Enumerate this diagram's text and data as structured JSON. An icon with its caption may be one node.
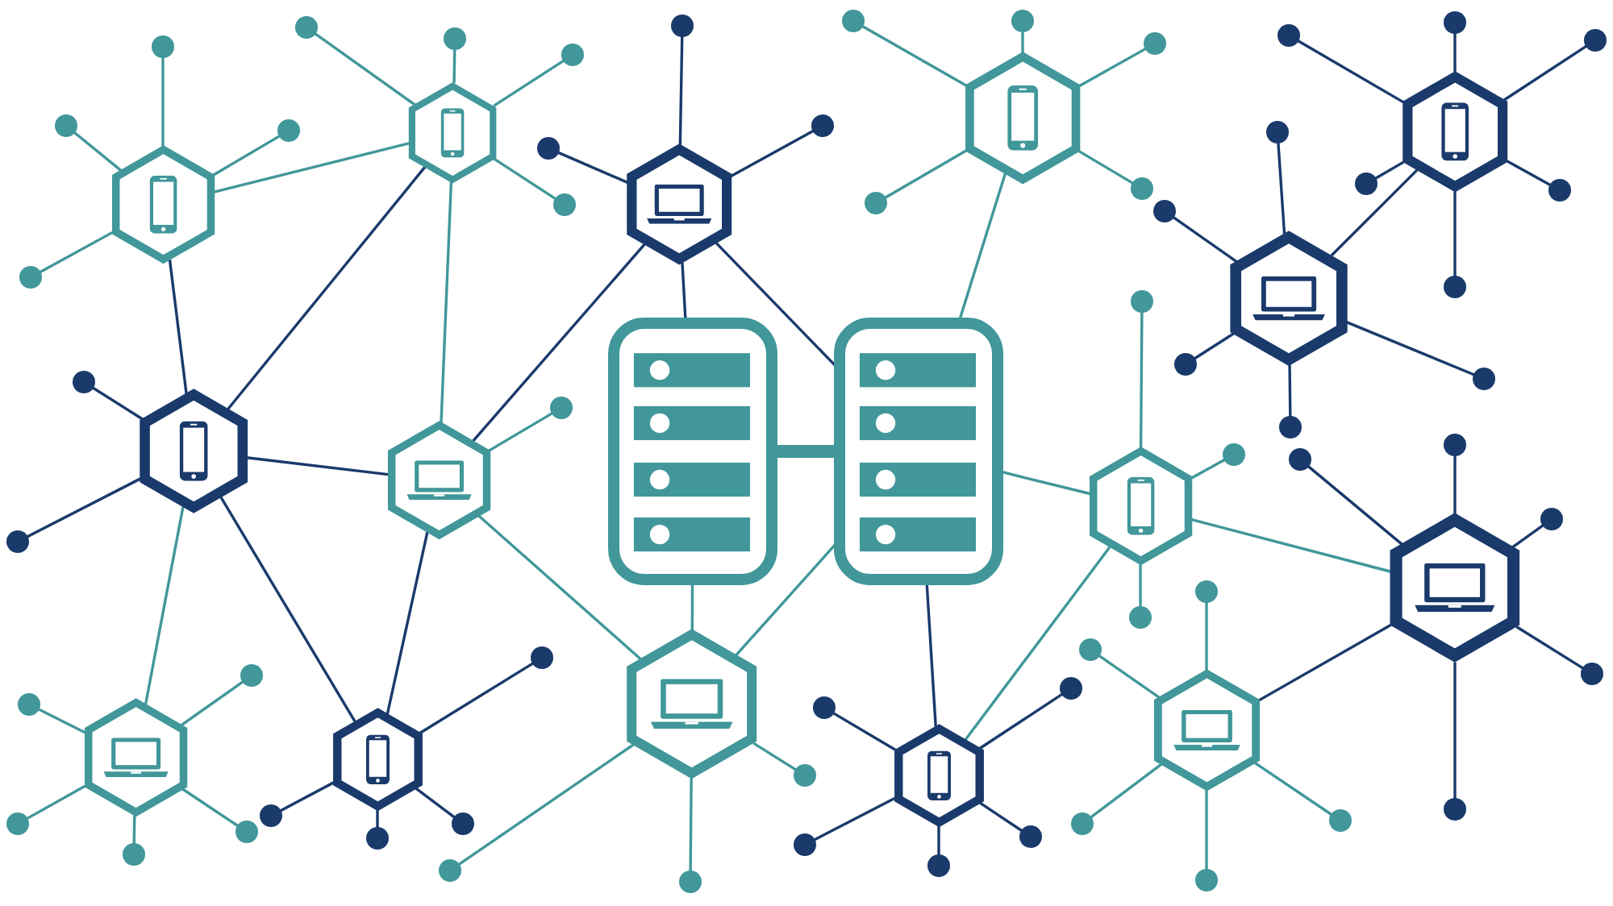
{
  "diagram": {
    "nodes": [
      {
        "text": [],
        "shape": "circle"
      },
      {
        "text": [],
        "shape": "circle"
      },
      {
        "text": [],
        "shape": "circle"
      },
      {
        "text": [],
        "shape": "hexagon"
      },
      {
        "text": [],
        "shape": "circle"
      },
      {
        "text": [],
        "shape": "circle"
      },
      {
        "text": [],
        "shape": "hexagon"
      },
      {
        "text": [],
        "shape": "circle"
      },
      {
        "text": [],
        "shape": "circle"
      },
      {
        "text": [],
        "shape": "circle"
      },
      {
        "text": [],
        "shape": "circle"
      },
      {
        "text": [],
        "shape": "hexagon"
      },
      {
        "text": [],
        "shape": "circle"
      },
      {
        "text": [],
        "shape": "circle"
      },
      {
        "text": [],
        "shape": "circle"
      },
      {
        "text": [],
        "shape": "circle"
      },
      {
        "text": [],
        "shape": "hexagon"
      },
      {
        "text": [],
        "shape": "circle"
      },
      {
        "text": [],
        "shape": "circle"
      },
      {
        "text": [],
        "shape": "circle"
      },
      {
        "text": [],
        "shape": "circle"
      },
      {
        "text": [],
        "shape": "circle"
      },
      {
        "text": [],
        "shape": "circle"
      },
      {
        "text": [],
        "shape": "circle"
      },
      {
        "text": [],
        "shape": "hexagon"
      },
      {
        "text": [],
        "shape": "circle"
      },
      {
        "text": [],
        "shape": "hexagon"
      },
      {
        "text": [],
        "shape": "circle"
      },
      {
        "text": [],
        "shape": "circle"
      },
      {
        "text": [],
        "shape": "circle"
      },
      {
        "text": [],
        "shape": "circle"
      },
      {
        "text": [],
        "shape": "circle"
      },
      {
        "text": [],
        "shape": "circle"
      },
      {
        "text": [],
        "shape": "hexagon"
      },
      {
        "text": [],
        "shape": "hexagon"
      },
      {
        "text": [],
        "shape": "circle"
      },
      {
        "text": [],
        "shape": "server"
      },
      {
        "text": [],
        "shape": "server"
      },
      {
        "text": [],
        "shape": "hexagon"
      },
      {
        "text": [],
        "shape": "circle"
      },
      {
        "text": [],
        "shape": "circle"
      },
      {
        "text": [],
        "shape": "circle"
      },
      {
        "text": [],
        "shape": "circle"
      },
      {
        "text": [],
        "shape": "circle"
      },
      {
        "text": [],
        "shape": "circle"
      },
      {
        "text": [],
        "shape": "hexagon"
      },
      {
        "text": [],
        "shape": "circle"
      },
      {
        "text": [],
        "shape": "circle"
      },
      {
        "text": [],
        "shape": "circle"
      },
      {
        "text": [],
        "shape": "circle"
      },
      {
        "text": [],
        "shape": "circle"
      },
      {
        "text": [],
        "shape": "circle"
      },
      {
        "text": [],
        "shape": "hexagon"
      },
      {
        "text": [],
        "shape": "circle"
      },
      {
        "text": [],
        "shape": "circle"
      },
      {
        "text": [],
        "shape": "circle"
      },
      {
        "text": [],
        "shape": "hexagon"
      },
      {
        "text": [],
        "shape": "circle"
      },
      {
        "text": [],
        "shape": "circle"
      },
      {
        "text": [],
        "shape": "circle"
      },
      {
        "text": [],
        "shape": "circle"
      },
      {
        "text": [],
        "shape": "circle"
      },
      {
        "text": [],
        "shape": "hexagon"
      },
      {
        "text": [],
        "shape": "circle"
      },
      {
        "text": [],
        "shape": "circle"
      },
      {
        "text": [],
        "shape": "circle"
      },
      {
        "text": [],
        "shape": "hexagon"
      },
      {
        "text": [],
        "shape": "circle"
      },
      {
        "text": [],
        "shape": "circle"
      },
      {
        "text": [],
        "shape": "circle"
      },
      {
        "text": [],
        "shape": "circle"
      },
      {
        "text": [],
        "shape": "circle"
      },
      {
        "text": [],
        "shape": "hexagon"
      },
      {
        "text": [],
        "shape": "circle"
      },
      {
        "text": [],
        "shape": "circle"
      },
      {
        "text": [],
        "shape": "circle"
      },
      {
        "text": [],
        "shape": "circle"
      }
    ],
    "edges": [
      {
        "from": 3,
        "to": 2,
        "arrow": "none"
      },
      {
        "from": 3,
        "to": 1,
        "arrow": "none"
      },
      {
        "from": 3,
        "to": 4,
        "arrow": "none"
      },
      {
        "from": 3,
        "to": 0,
        "arrow": "none"
      },
      {
        "from": 3,
        "to": 6,
        "arrow": "none"
      },
      {
        "from": 3,
        "to": 33,
        "arrow": "none",
        "color": "#1a3a6b"
      },
      {
        "from": 6,
        "to": 5,
        "arrow": "none"
      },
      {
        "from": 6,
        "to": 7,
        "arrow": "none"
      },
      {
        "from": 6,
        "to": 10,
        "arrow": "none"
      },
      {
        "from": 6,
        "to": 9,
        "arrow": "none"
      },
      {
        "from": 6,
        "to": 33,
        "arrow": "none",
        "color": "#1a3a6b"
      },
      {
        "from": 6,
        "to": 34,
        "arrow": "none"
      },
      {
        "from": 11,
        "to": 12,
        "arrow": "none",
        "color": "#1a3a6b"
      },
      {
        "from": 11,
        "to": 8,
        "arrow": "none",
        "color": "#1a3a6b"
      },
      {
        "from": 11,
        "to": 13,
        "arrow": "none",
        "color": "#1a3a6b"
      },
      {
        "from": 11,
        "to": 36,
        "arrow": "none",
        "color": "#1a3a6b"
      },
      {
        "from": 11,
        "to": 37,
        "arrow": "none",
        "color": "#1a3a6b"
      },
      {
        "from": 11,
        "to": 34,
        "arrow": "none",
        "color": "#1a3a6b"
      },
      {
        "from": 16,
        "to": 14,
        "arrow": "none"
      },
      {
        "from": 16,
        "to": 17,
        "arrow": "none"
      },
      {
        "from": 16,
        "to": 15,
        "arrow": "none"
      },
      {
        "from": 16,
        "to": 20,
        "arrow": "none"
      },
      {
        "from": 16,
        "to": 18,
        "arrow": "none"
      },
      {
        "from": 16,
        "to": 37,
        "arrow": "none"
      },
      {
        "from": 26,
        "to": 23,
        "arrow": "none",
        "color": "#1a3a6b"
      },
      {
        "from": 26,
        "to": 27,
        "arrow": "none",
        "color": "#1a3a6b"
      },
      {
        "from": 26,
        "to": 30,
        "arrow": "none",
        "color": "#1a3a6b"
      },
      {
        "from": 26,
        "to": 25,
        "arrow": "none",
        "color": "#1a3a6b"
      },
      {
        "from": 26,
        "to": 29,
        "arrow": "none",
        "color": "#1a3a6b"
      },
      {
        "from": 26,
        "to": 28,
        "arrow": "none",
        "color": "#1a3a6b"
      },
      {
        "from": 26,
        "to": 24,
        "arrow": "none",
        "color": "#1a3a6b"
      },
      {
        "from": 24,
        "to": 22,
        "arrow": "none",
        "color": "#1a3a6b"
      },
      {
        "from": 24,
        "to": 21,
        "arrow": "none",
        "color": "#1a3a6b"
      },
      {
        "from": 24,
        "to": 40,
        "arrow": "none",
        "color": "#1a3a6b"
      },
      {
        "from": 24,
        "to": 43,
        "arrow": "none",
        "color": "#1a3a6b"
      },
      {
        "from": 24,
        "to": 47,
        "arrow": "none",
        "color": "#1a3a6b"
      },
      {
        "from": 33,
        "to": 32,
        "arrow": "none",
        "color": "#1a3a6b"
      },
      {
        "from": 33,
        "to": 31,
        "arrow": "none",
        "color": "#1a3a6b"
      },
      {
        "from": 33,
        "to": 34,
        "arrow": "none",
        "color": "#1a3a6b"
      },
      {
        "from": 33,
        "to": 52,
        "arrow": "none"
      },
      {
        "from": 33,
        "to": 56,
        "arrow": "none",
        "color": "#1a3a6b"
      },
      {
        "from": 34,
        "to": 35,
        "arrow": "none"
      },
      {
        "from": 34,
        "to": 56,
        "arrow": "none",
        "color": "#1a3a6b"
      },
      {
        "from": 34,
        "to": 62,
        "arrow": "none"
      },
      {
        "from": 36,
        "to": 37,
        "arrow": "none",
        "style": "thick"
      },
      {
        "from": 36,
        "to": 62,
        "arrow": "none"
      },
      {
        "from": 37,
        "to": 62,
        "arrow": "none"
      },
      {
        "from": 37,
        "to": 38,
        "arrow": "none"
      },
      {
        "from": 37,
        "to": 66,
        "arrow": "none",
        "color": "#1a3a6b"
      },
      {
        "from": 38,
        "to": 19,
        "arrow": "none"
      },
      {
        "from": 38,
        "to": 42,
        "arrow": "none"
      },
      {
        "from": 38,
        "to": 39,
        "arrow": "none"
      },
      {
        "from": 38,
        "to": 66,
        "arrow": "none"
      },
      {
        "from": 38,
        "to": 45,
        "arrow": "none"
      },
      {
        "from": 45,
        "to": 44,
        "arrow": "none",
        "color": "#1a3a6b"
      },
      {
        "from": 45,
        "to": 46,
        "arrow": "none",
        "color": "#1a3a6b"
      },
      {
        "from": 45,
        "to": 48,
        "arrow": "none",
        "color": "#1a3a6b"
      },
      {
        "from": 45,
        "to": 76,
        "arrow": "none",
        "color": "#1a3a6b"
      },
      {
        "from": 45,
        "to": 75,
        "arrow": "none",
        "color": "#1a3a6b"
      },
      {
        "from": 45,
        "to": 72,
        "arrow": "none",
        "color": "#1a3a6b"
      },
      {
        "from": 52,
        "to": 50,
        "arrow": "none"
      },
      {
        "from": 52,
        "to": 54,
        "arrow": "none"
      },
      {
        "from": 52,
        "to": 49,
        "arrow": "none"
      },
      {
        "from": 52,
        "to": 51,
        "arrow": "none"
      },
      {
        "from": 52,
        "to": 53,
        "arrow": "none"
      },
      {
        "from": 56,
        "to": 60,
        "arrow": "none",
        "color": "#1a3a6b"
      },
      {
        "from": 56,
        "to": 55,
        "arrow": "none",
        "color": "#1a3a6b"
      },
      {
        "from": 56,
        "to": 57,
        "arrow": "none",
        "color": "#1a3a6b"
      },
      {
        "from": 56,
        "to": 59,
        "arrow": "none",
        "color": "#1a3a6b"
      },
      {
        "from": 62,
        "to": 58,
        "arrow": "none"
      },
      {
        "from": 62,
        "to": 63,
        "arrow": "none"
      },
      {
        "from": 62,
        "to": 61,
        "arrow": "none"
      },
      {
        "from": 66,
        "to": 65,
        "arrow": "none",
        "color": "#1a3a6b"
      },
      {
        "from": 66,
        "to": 69,
        "arrow": "none",
        "color": "#1a3a6b"
      },
      {
        "from": 66,
        "to": 64,
        "arrow": "none",
        "color": "#1a3a6b"
      },
      {
        "from": 66,
        "to": 67,
        "arrow": "none",
        "color": "#1a3a6b"
      },
      {
        "from": 66,
        "to": 68,
        "arrow": "none",
        "color": "#1a3a6b"
      },
      {
        "from": 72,
        "to": 41,
        "arrow": "none"
      },
      {
        "from": 72,
        "to": 71,
        "arrow": "none"
      },
      {
        "from": 72,
        "to": 70,
        "arrow": "none"
      },
      {
        "from": 72,
        "to": 74,
        "arrow": "none"
      },
      {
        "from": 72,
        "to": 73,
        "arrow": "none"
      }
    ]
  }
}
